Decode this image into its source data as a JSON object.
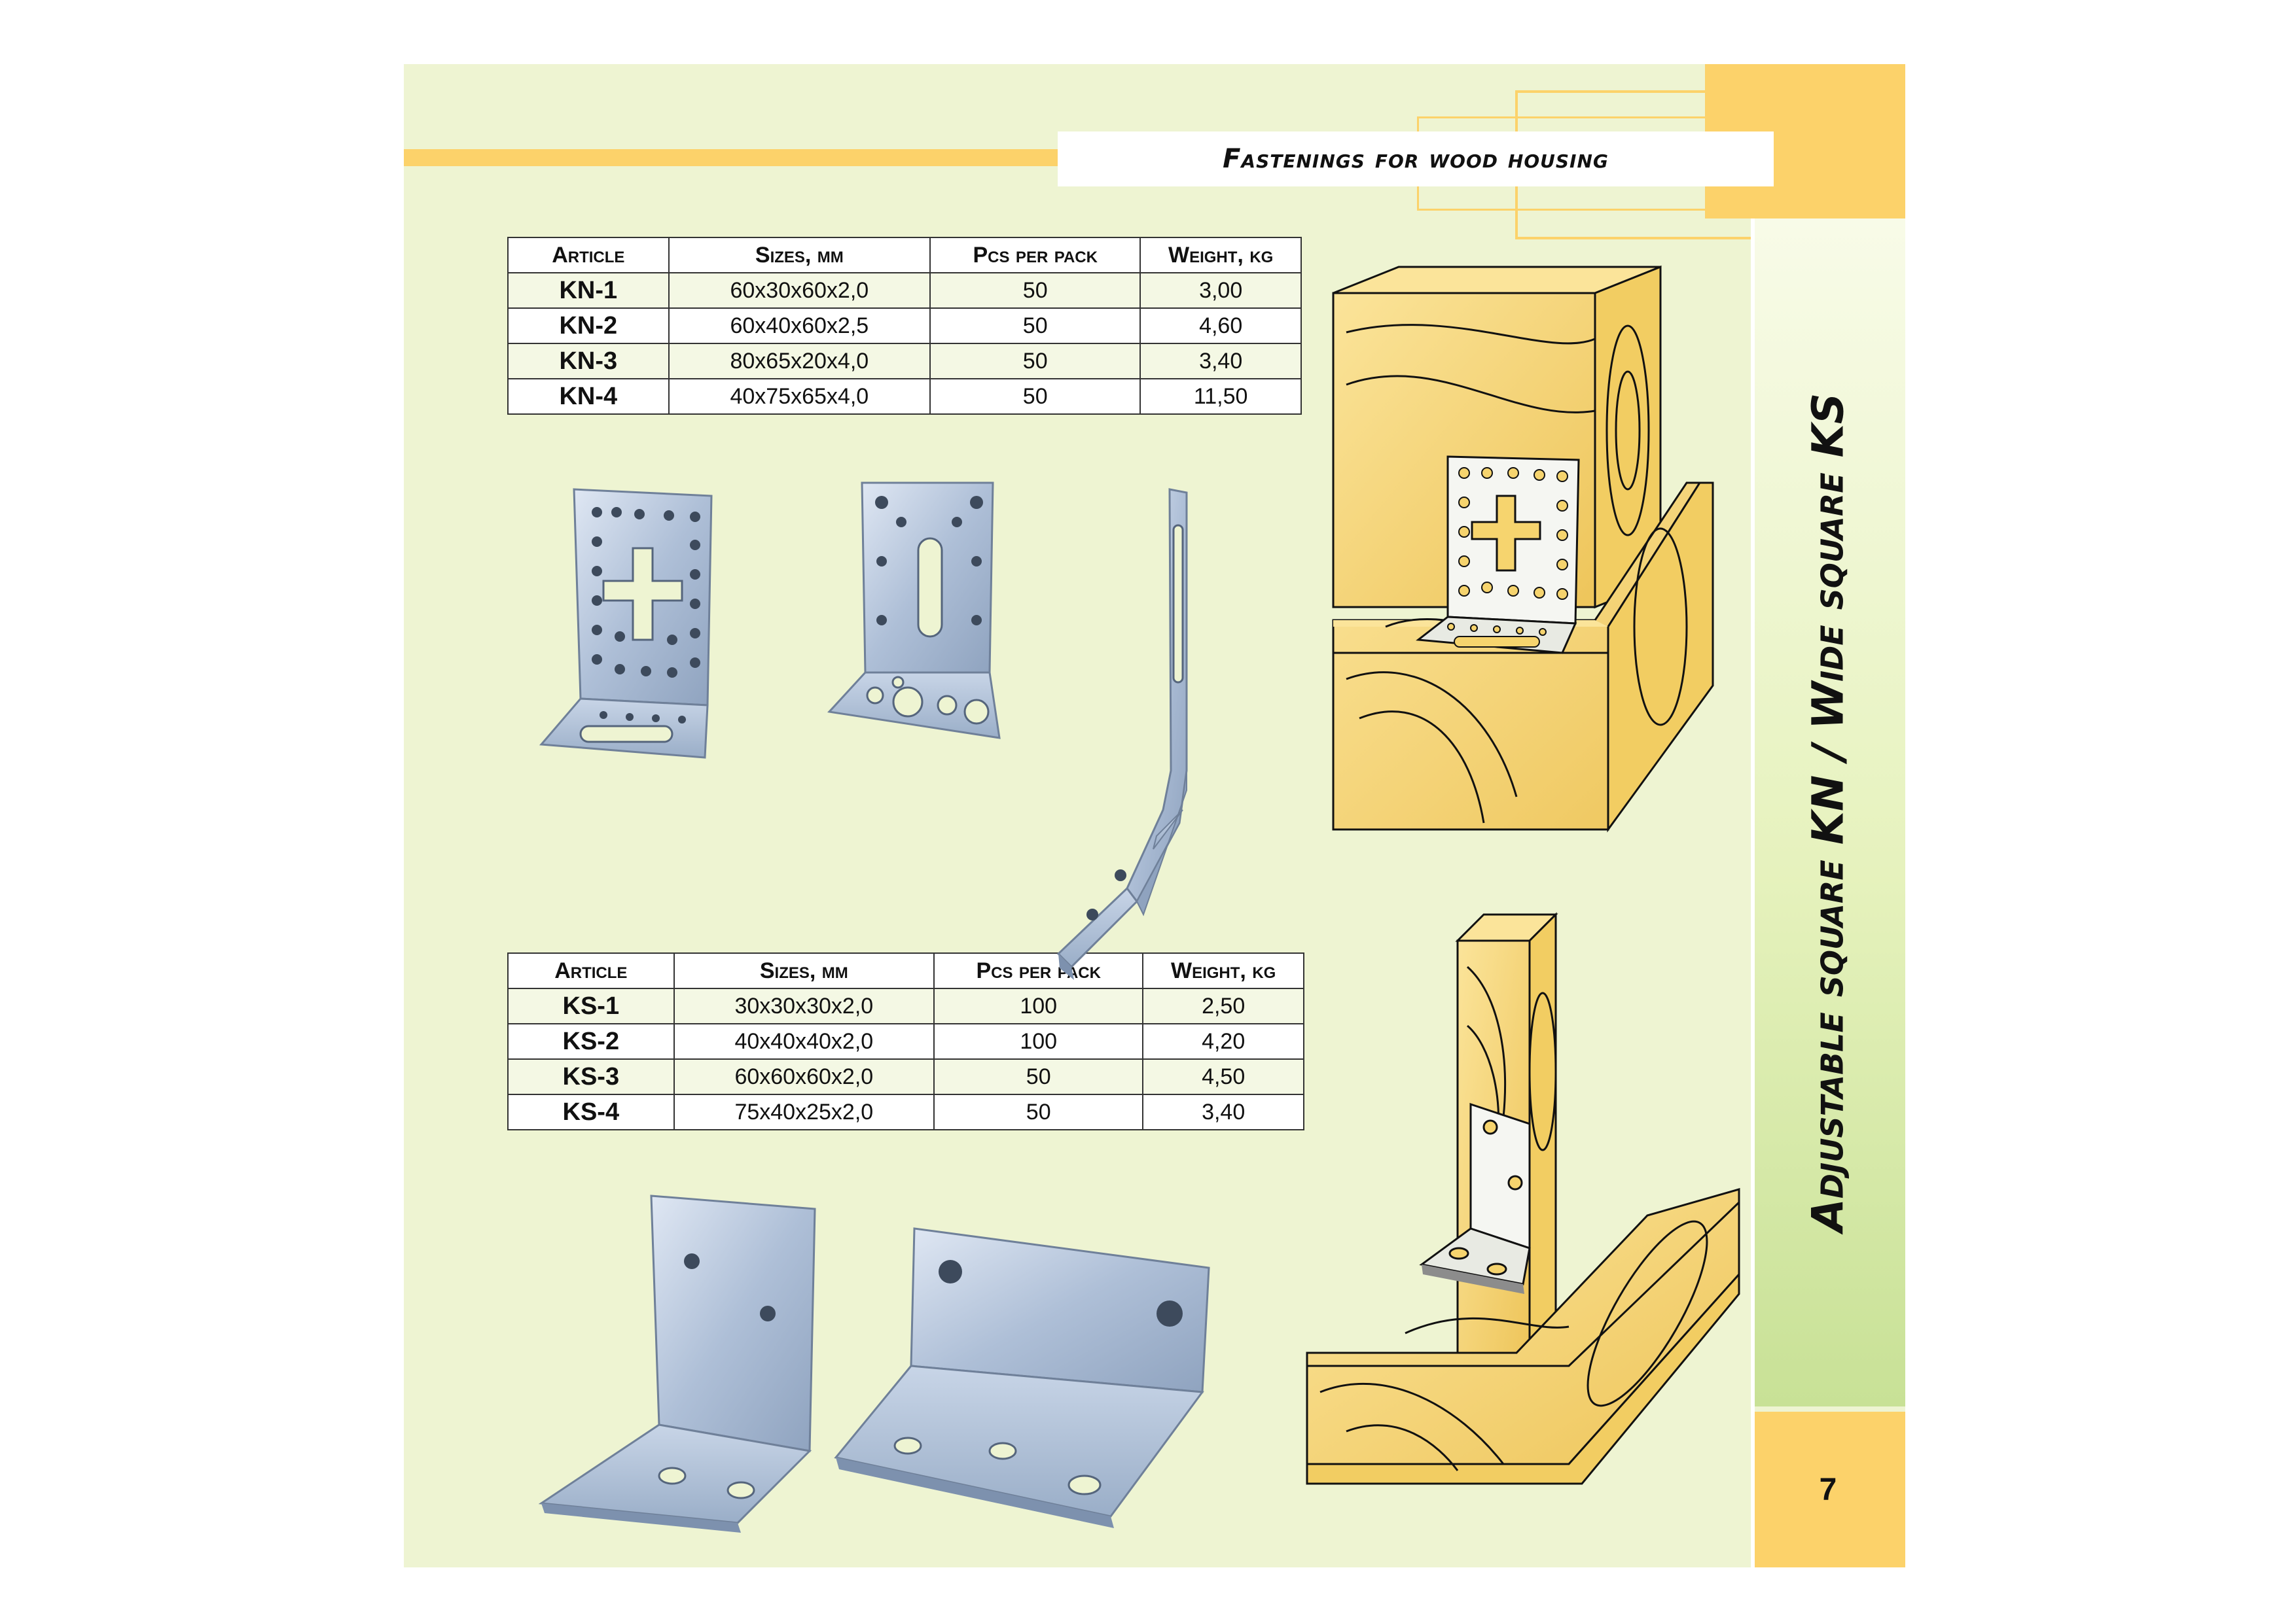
{
  "header": {
    "title": "Fastenings for wood housing"
  },
  "side": {
    "title": "Adjustable square KN / Wide square KS"
  },
  "page_number": "7",
  "colors": {
    "background": "#eef4d2",
    "accent": "#fcd26a",
    "wood": "#f6d46e",
    "steel": "#b9c9df"
  },
  "kn_table": {
    "headers": [
      "Article",
      "Sizes, mm",
      "Pcs per pack",
      "Weight, kg"
    ],
    "rows": [
      [
        "KN-1",
        "60x30x60x2,0",
        "50",
        "3,00"
      ],
      [
        "KN-2",
        "60x40x60x2,5",
        "50",
        "4,60"
      ],
      [
        "KN-3",
        "80x65x20x4,0",
        "50",
        "3,40"
      ],
      [
        "KN-4",
        "40x75x65x4,0",
        "50",
        "11,50"
      ]
    ]
  },
  "ks_table": {
    "headers": [
      "Article",
      "Sizes, mm",
      "Pcs per pack",
      "Weight, kg"
    ],
    "rows": [
      [
        "KS-1",
        "30x30x30x2,0",
        "100",
        "2,50"
      ],
      [
        "KS-2",
        "40x40x40x2,0",
        "100",
        "4,20"
      ],
      [
        "KS-3",
        "60x60x60x2,0",
        "50",
        "4,50"
      ],
      [
        "KS-4",
        "75x40x25x2,0",
        "50",
        "3,40"
      ]
    ]
  }
}
